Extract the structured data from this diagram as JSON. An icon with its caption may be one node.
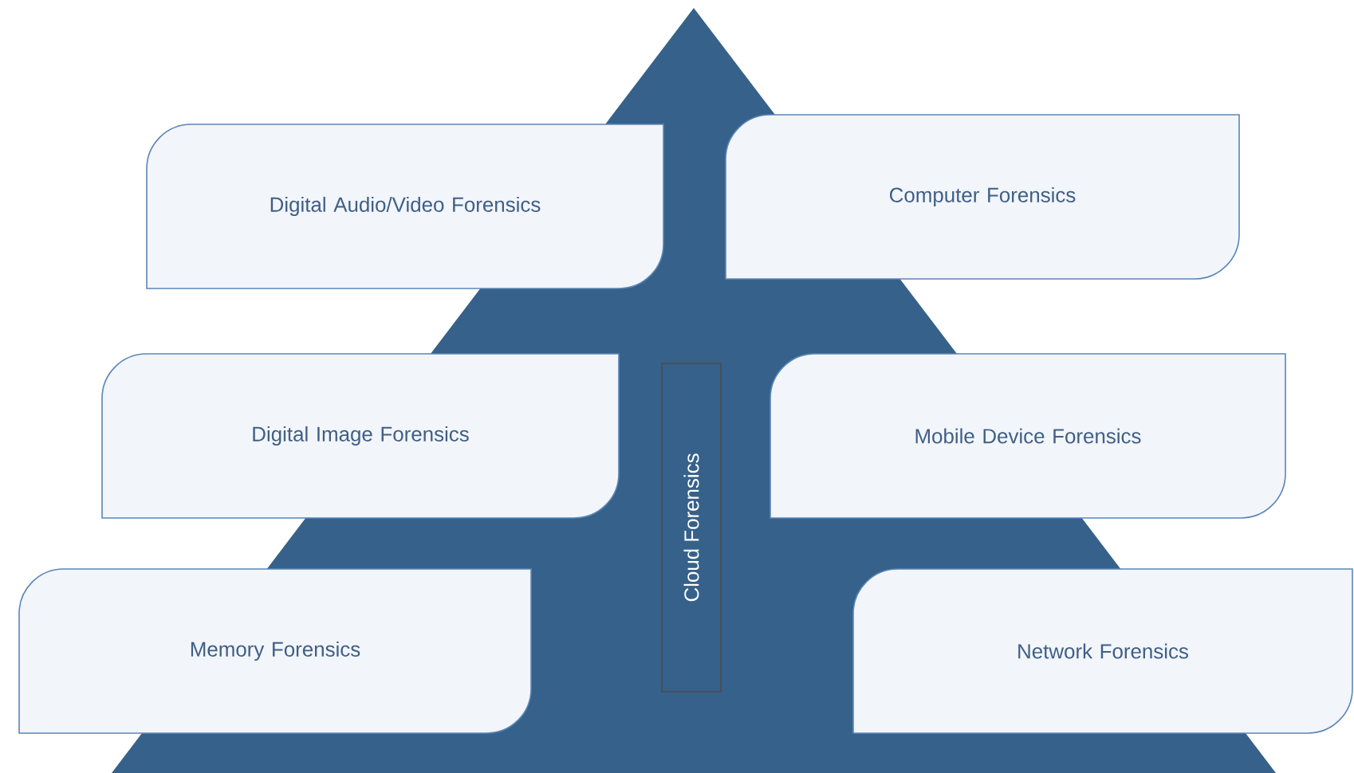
{
  "diagram": {
    "nodes": [
      {
        "text": [
          "Digital Audio/Video Forensics"
        ]
      },
      {
        "text": [
          "Computer Forensics"
        ]
      },
      {
        "text": [
          "Digital Image Forensics"
        ]
      },
      {
        "text": [
          "Mobile Device Forensics"
        ]
      },
      {
        "text": [
          "Memory Forensics"
        ]
      },
      {
        "text": [
          "Network Forensics"
        ]
      },
      {
        "text": [
          "Cloud Forensics"
        ]
      }
    ]
  }
}
